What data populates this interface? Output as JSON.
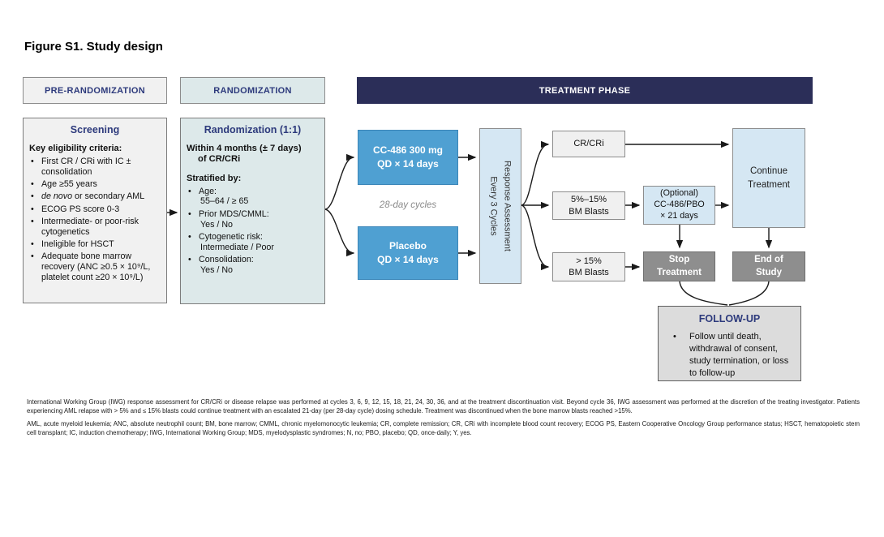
{
  "figure_title": "Figure S1. Study design",
  "headers": {
    "pre_randomization": "PRE-RANDOMIZATION",
    "randomization": "RANDOMIZATION",
    "treatment_phase": "TREATMENT PHASE"
  },
  "screening": {
    "title": "Screening",
    "heading": "Key eligibility criteria:",
    "bullets": {
      "b1": "First CR / CRi with IC ± consolidation",
      "b2": "Age ≥55 years",
      "b3_italic": "de novo",
      "b3_rest": " or secondary AML",
      "b4": "ECOG PS score 0-3",
      "b5": "Intermediate- or poor-risk cytogenetics",
      "b6": "Ineligible for HSCT",
      "b7": "Adequate bone marrow recovery (ANC ≥0.5 × 10⁹/L, platelet count ≥20 × 10⁹/L)"
    }
  },
  "randomization_box": {
    "title": "Randomization (1:1)",
    "timing_line1": "Within 4 months (± 7 days)",
    "timing_line2": "of CR/CRi",
    "heading": "Stratified by:",
    "strata": [
      {
        "label": "Age:",
        "value": "55–64 / ≥ 65"
      },
      {
        "label": "Prior MDS/CMML:",
        "value": "Yes / No"
      },
      {
        "label": "Cytogenetic risk:",
        "value": "Intermediate / Poor"
      },
      {
        "label": "Consolidation:",
        "value": "Yes / No"
      }
    ]
  },
  "treatment": {
    "arm1_line1": "CC-486 300 mg",
    "arm1_line2": "QD × 14 days",
    "cycle_note": "28-day cycles",
    "arm2_line1": "Placebo",
    "arm2_line2": "QD × 14 days",
    "response_line1": "Response Assessment",
    "response_line2": "Every 3 Cycles"
  },
  "outcomes": {
    "cr_cri": "CR/CRi",
    "blasts_5_15_line1": "5%–15%",
    "blasts_5_15_line2": "BM Blasts",
    "blasts_gt15_line1": "> 15%",
    "blasts_gt15_line2": "BM Blasts",
    "optional_line1": "(Optional)",
    "optional_line2": "CC-486/PBO",
    "optional_line3": "× 21 days",
    "continue_line1": "Continue",
    "continue_line2": "Treatment",
    "stop_line1": "Stop",
    "stop_line2": "Treatment",
    "end_line1": "End of",
    "end_line2": "Study"
  },
  "followup": {
    "title": "FOLLOW-UP",
    "bullet": "Follow until death, withdrawal of consent, study termination, or loss to follow-up"
  },
  "footnote": {
    "para1": "International Working Group (IWG) response assessment for CR/CRi or disease relapse was performed at cycles 3, 6, 9, 12, 15, 18, 21, 24, 30, 36, and at the treatment discontinuation visit. Beyond cycle 36, IWG assessment was performed at the discretion of the treating investigator. Patients experiencing AML relapse with > 5% and ≤ 15% blasts could continue treatment with an escalated 21-day (per 28-day cycle) dosing schedule. Treatment was discontinued when the bone marrow blasts reached >15%.",
    "para2": "AML, acute myeloid leukemia; ANC, absolute neutrophil count; BM, bone marrow; CMML, chronic myelomonocytic leukemia; CR, complete remission; CR, CRi with incomplete blood count recovery; ECOG PS, Eastern Cooperative Oncology Group performance status; HSCT, hematopoietic stem cell transplant; IC, induction chemotherapy; IWG, International Working Group; MDS, myelodysplastic syndromes; N, no; PBO, placebo; QD, once-daily; Y, yes."
  },
  "colors": {
    "navy": "#2d3a7c",
    "header_navy_bg": "#2b2e58",
    "arm_blue": "#4fa0d2",
    "pale_blue": "#d5e7f3",
    "light_gray": "#f1f1f1",
    "mid_gray": "#8e8e8e",
    "followup_gray": "#dcdcdc",
    "rand_blue_gray": "#dde9ea",
    "arrow": "#1a1a1a"
  }
}
